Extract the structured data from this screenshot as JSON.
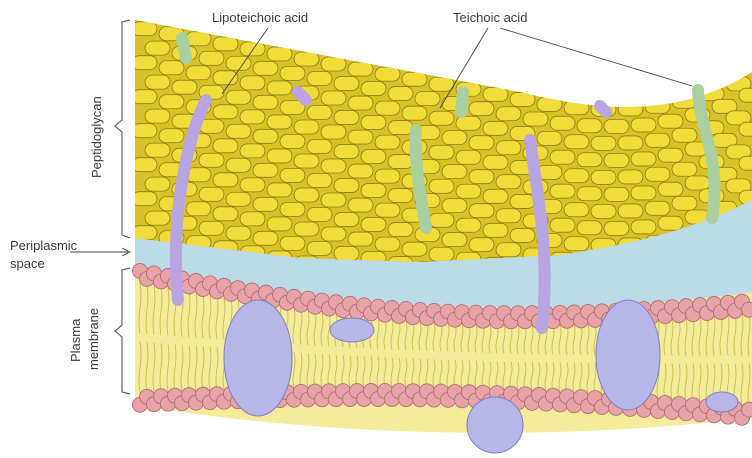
{
  "labels": {
    "lipoteichoic_acid": "Lipoteichoic acid",
    "teichoic_acid": "Teichoic acid",
    "peptidoglycan": "Peptidoglycan",
    "periplasmic_line1": "Periplasmic",
    "periplasmic_line2": "space",
    "plasma_line1": "Plasma",
    "plasma_line2": "membrane"
  },
  "colors": {
    "peptidoglycan_fill": "#f2dc3a",
    "peptidoglycan_stroke": "#8a7a10",
    "periplasm": "#bcdbe8",
    "lipid_head": "#e8a3a8",
    "lipid_tail": "#f4ec9a",
    "protein": "#b7b6e8",
    "lipoteichoic": "#b7a4e0",
    "teichoic": "#a9cfa1"
  }
}
